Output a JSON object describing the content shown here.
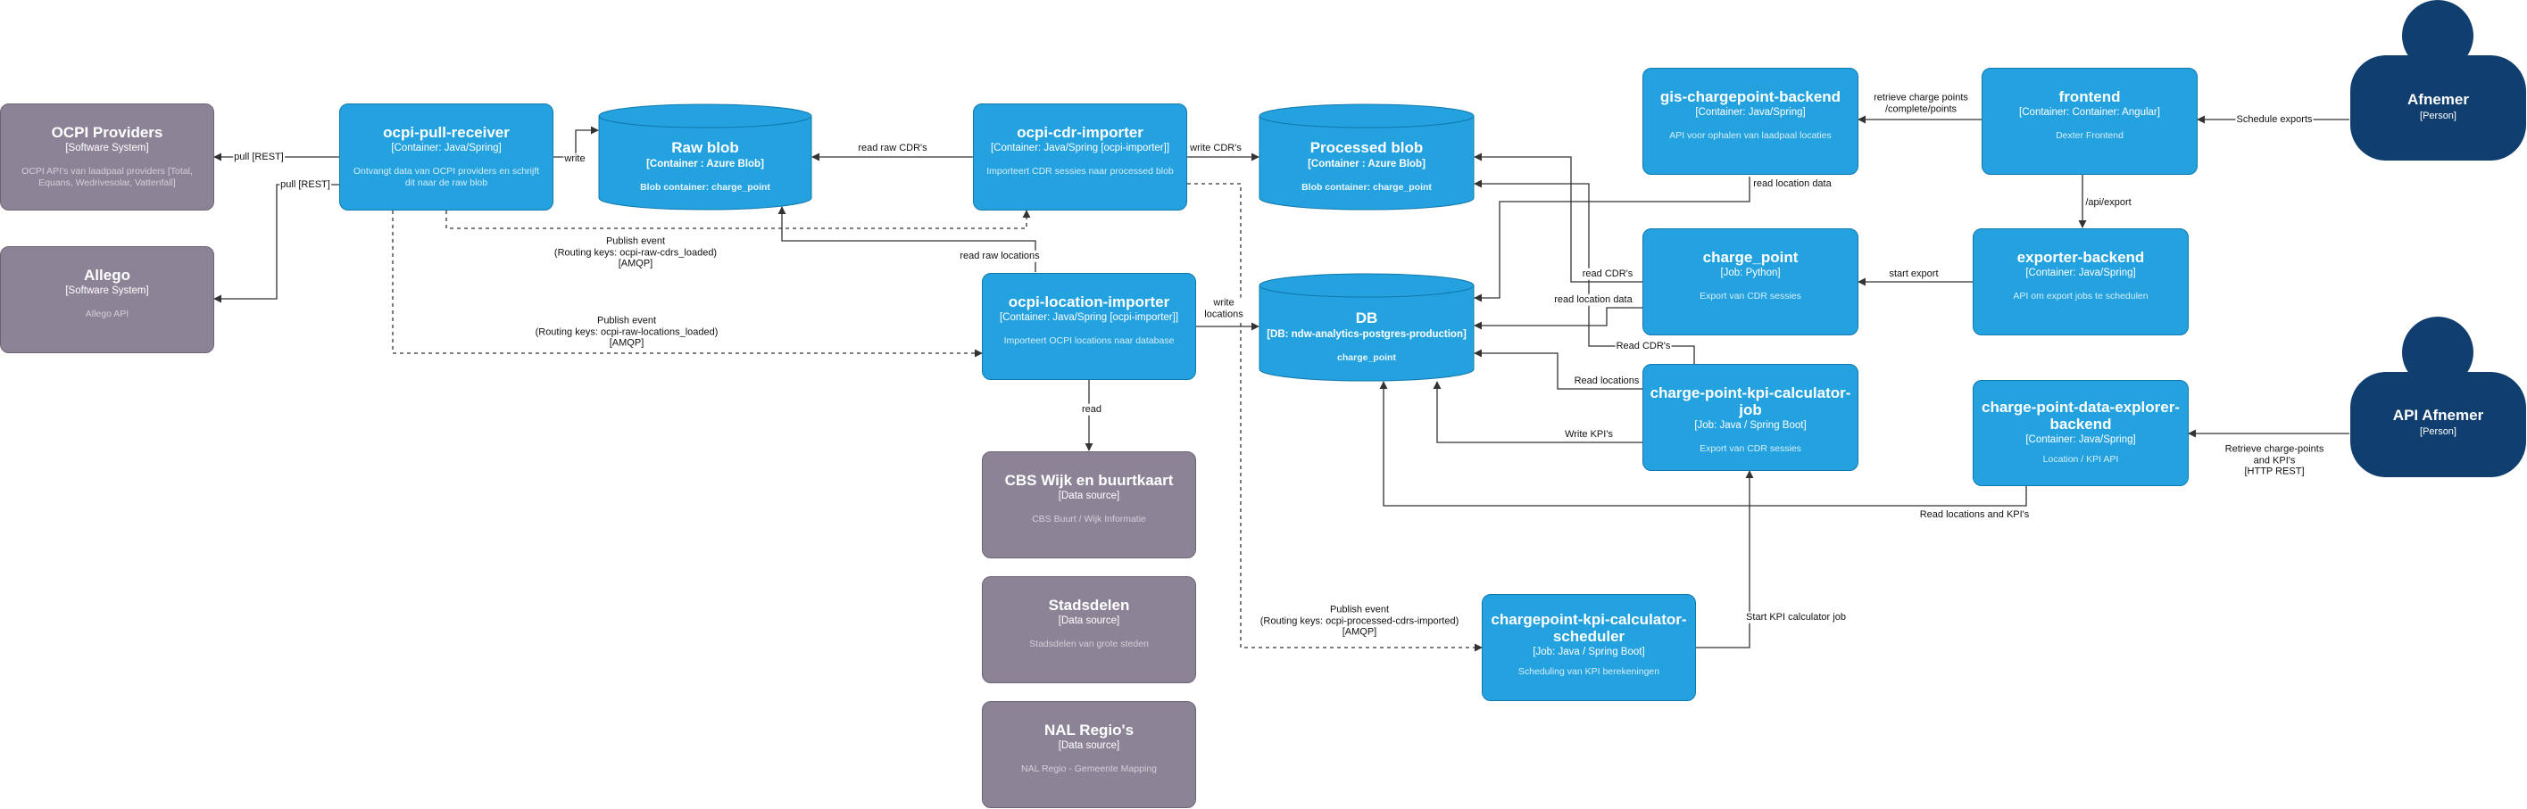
{
  "colors": {
    "container": "#23a2df",
    "external": "#8c8496",
    "person": "#0f3e6f",
    "line": "#333333"
  },
  "nodes": {
    "ocpi_providers": {
      "title": "OCPI Providers",
      "kind": "[Software System]",
      "desc": "OCPI API's van laadpaal providers [Total, Equans, Wedrivesolar, Vattenfall]"
    },
    "allego": {
      "title": "Allego",
      "kind": "[Software System]",
      "desc": "Allego API"
    },
    "ocpi_pull_receiver": {
      "title": "ocpi-pull-receiver",
      "kind": "[Container: Java/Spring]",
      "desc": "Ontvangt data van OCPI providers en schrijft dit naar de raw blob"
    },
    "raw_blob": {
      "title": "Raw blob",
      "kind": "[Container : Azure Blob]",
      "desc": "Blob container: charge_point"
    },
    "ocpi_cdr_importer": {
      "title": "ocpi-cdr-importer",
      "kind": "[Container: Java/Spring [ocpi-importer]]",
      "desc": "Importeert CDR sessies naar processed blob"
    },
    "ocpi_location_importer": {
      "title": "ocpi-location-importer",
      "kind": "[Container: Java/Spring [ocpi-importer]]",
      "desc": "Importeert OCPI locations naar database"
    },
    "processed_blob": {
      "title": "Processed blob",
      "kind": "[Container : Azure Blob]",
      "desc": "Blob container: charge_point"
    },
    "db": {
      "title": "DB",
      "kind": "[DB: ndw-analytics-postgres-production]",
      "desc": "charge_point"
    },
    "cbs": {
      "title": "CBS Wijk en buurtkaart",
      "kind": "[Data source]",
      "desc": "CBS Buurt / Wijk Informatie"
    },
    "stadsdelen": {
      "title": "Stadsdelen",
      "kind": "[Data source]",
      "desc": "Stadsdelen van grote steden"
    },
    "nal_regios": {
      "title": "NAL Regio's",
      "kind": "[Data source]",
      "desc": "NAL Regio - Gemeente Mapping"
    },
    "gis_backend": {
      "title": "gis-chargepoint-backend",
      "kind": "[Container: Java/Spring]",
      "desc": "API voor ophalen van laadpaal locaties"
    },
    "charge_point": {
      "title": "charge_point",
      "kind": "[Job: Python]",
      "desc": "Export van CDR sessies"
    },
    "kpi_calc_job": {
      "title": "charge-point-kpi-calculator-job",
      "kind": "[Job: Java / Spring Boot]",
      "desc": "Export van CDR sessies"
    },
    "kpi_scheduler": {
      "title": "chargepoint-kpi-calculator-scheduler",
      "kind": "[Job: Java / Spring Boot]",
      "desc": "Scheduling van KPI berekeningen"
    },
    "frontend": {
      "title": "frontend",
      "kind": "[Container: Container: Angular]",
      "desc": "Dexter Frontend"
    },
    "exporter_backend": {
      "title": "exporter-backend",
      "kind": "[Container: Java/Spring]",
      "desc": "API om export jobs te schedulen"
    },
    "explorer_backend": {
      "title": "charge-point-data-explorer-backend",
      "kind": "[Container: Java/Spring]",
      "desc": "Location / KPI API"
    },
    "afnemer": {
      "title": "Afnemer",
      "kind": "[Person]"
    },
    "api_afnemer": {
      "title": "API Afnemer",
      "kind": "[Person]"
    }
  },
  "edges": {
    "pull_rest_1": "pull [REST]",
    "pull_rest_2": "pull [REST]",
    "write": "write",
    "read_raw_cdrs": "read raw CDR's",
    "write_cdrs": "write CDR's",
    "publish_cdrs": "Publish event\n(Routing keys: ocpi-raw-cdrs_loaded)\n[AMQP]",
    "read_raw_locations": "read raw locations",
    "publish_locations": "Publish event\n(Routing keys: ocpi-raw-locations_loaded)\n[AMQP]",
    "write_locations": "write\nlocations",
    "read": "read",
    "read_location_data_gis": "read location data",
    "read_cdrs": "read CDR's",
    "read_location_data": "read location data",
    "read_cdrs_kpi": "Read CDR's",
    "read_locations": "Read locations",
    "write_kpis": "Write KPI's",
    "read_locations_kpis": "Read locations and KPI's",
    "retrieve_charge_points": "retrieve charge points\n/complete/points",
    "schedule_exports": "Schedule exports",
    "api_export": "/api/export",
    "start_export": "start export",
    "retrieve_kpis": "Retrieve charge-points\nand KPI's\n[HTTP REST]",
    "publish_processed": "Publish event\n(Routing keys: ocpi-processed-cdrs-imported)\n[AMQP]",
    "start_kpi_job": "Start KPI calculator job"
  }
}
